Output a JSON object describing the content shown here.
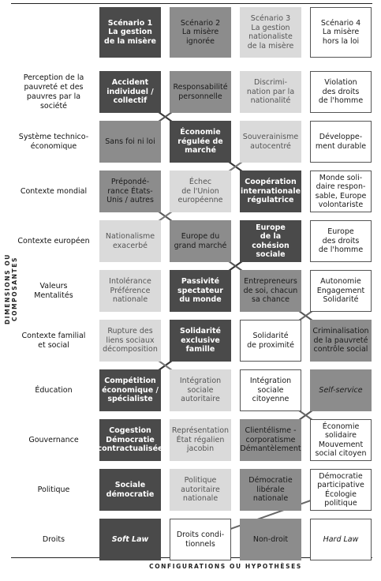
{
  "axes": {
    "vertical_label": "DIMENSIONS OU COMPOSANTES",
    "horizontal_label": "CONFIGURATIONS OU HYPOTHÈSES"
  },
  "scenarios": [
    {
      "label": "Scénario 1\nLa gestion\nde la misère",
      "shade": "dark"
    },
    {
      "label": "Scénario 2\nLa misère\nignorée",
      "shade": "mid"
    },
    {
      "label": "Scénario 3\nLa gestion\nnationaliste\nde la misère",
      "shade": "light"
    },
    {
      "label": "Scénario 4\nLa misère\nhors la loi",
      "shade": "white"
    }
  ],
  "rows": [
    {
      "label": "Perception de la\npauvreté et des\npauvres par la\nsociété",
      "cells": [
        {
          "text": "Accident\nindividuel /\ncollectif",
          "shade": "dark"
        },
        {
          "text": "Responsabilité\npersonnelle",
          "shade": "mid"
        },
        {
          "text": "Discrimi-\nnation par la\nnationalité",
          "shade": "light"
        },
        {
          "text": "Violation\ndes droits\nde l'homme",
          "shade": "white"
        }
      ]
    },
    {
      "label": "Système technico-\néconomique",
      "cells": [
        {
          "text": "Sans foi ni loi",
          "shade": "mid"
        },
        {
          "text": "Économie\nrégulée de\nmarché",
          "shade": "dark"
        },
        {
          "text": "Souverainisme\nautocentré",
          "shade": "light"
        },
        {
          "text": "Développe-\nment durable",
          "shade": "white"
        }
      ]
    },
    {
      "label": "Contexte mondial",
      "cells": [
        {
          "text": "Prépondé-\nrance États-\nUnis / autres",
          "shade": "mid"
        },
        {
          "text": "Échec\nde l'Union\neuropéenne",
          "shade": "light"
        },
        {
          "text": "Coopération\ninternationale\nrégulatrice",
          "shade": "dark"
        },
        {
          "text": "Monde soli-\ndaire respon-\nsable, Europe\nvolontariste",
          "shade": "white"
        }
      ]
    },
    {
      "label": "Contexte européen",
      "cells": [
        {
          "text": "Nationalisme\nexacerbé",
          "shade": "light"
        },
        {
          "text": "Europe du\ngrand marché",
          "shade": "mid"
        },
        {
          "text": "Europe\nde la cohésion\nsociale",
          "shade": "dark"
        },
        {
          "text": "Europe\ndes droits\nde l'homme",
          "shade": "white"
        }
      ]
    },
    {
      "label": "Valeurs\nMentalités",
      "cells": [
        {
          "text": "Intolérance\nPréférence\nnationale",
          "shade": "light"
        },
        {
          "text": "Passivité\nspectateur\ndu monde",
          "shade": "dark"
        },
        {
          "text": "Entrepreneurs\nde soi, chacun\nsa chance",
          "shade": "mid"
        },
        {
          "text": "Autonomie\nEngagement\nSolidarité",
          "shade": "white"
        }
      ]
    },
    {
      "label": "Contexte familial\net social",
      "cells": [
        {
          "text": "Rupture des\nliens sociaux\ndécomposition",
          "shade": "light"
        },
        {
          "text": "Solidarité\nexclusive\nfamille",
          "shade": "dark"
        },
        {
          "text": "Solidarité\nde proximité",
          "shade": "white"
        },
        {
          "text": "Criminalisation\nde la pauvreté\ncontrôle social",
          "shade": "mid"
        }
      ]
    },
    {
      "label": "Éducation",
      "cells": [
        {
          "text": "Compétition\néconomique /\nspécialiste",
          "shade": "dark"
        },
        {
          "text": "Intégration\nsociale\nautoritaire",
          "shade": "light"
        },
        {
          "text": "Intégration\nsociale\ncitoyenne",
          "shade": "white"
        },
        {
          "text": "Self-service",
          "shade": "mid",
          "italic": true
        }
      ]
    },
    {
      "label": "Gouvernance",
      "cells": [
        {
          "text": "Cogestion\nDémocratie\ncontractualisée",
          "shade": "dark"
        },
        {
          "text": "Représentation\nÉtat régalien\njacobin",
          "shade": "light"
        },
        {
          "text": "Clientélisme -\ncorporatisme\nDémantèlement",
          "shade": "mid"
        },
        {
          "text": "Économie\nsolidaire\nMouvement\nsocial citoyen",
          "shade": "white"
        }
      ]
    },
    {
      "label": "Politique",
      "cells": [
        {
          "text": "Sociale\ndémocratie",
          "shade": "dark"
        },
        {
          "text": "Politique\nautoritaire\nnationale",
          "shade": "light"
        },
        {
          "text": "Démocratie\nlibérale\nnationale",
          "shade": "mid"
        },
        {
          "text": "Démocratie\nparticipative\nÉcologie\npolitique",
          "shade": "white"
        }
      ]
    },
    {
      "label": "Droits",
      "cells": [
        {
          "text": "Soft Law",
          "shade": "dark",
          "italic": true
        },
        {
          "text": "Droits condi-\ntionnels",
          "shade": "white"
        },
        {
          "text": "Non-droit",
          "shade": "mid"
        },
        {
          "text": "Hard Law",
          "shade": "white",
          "italic": true
        }
      ]
    }
  ]
}
